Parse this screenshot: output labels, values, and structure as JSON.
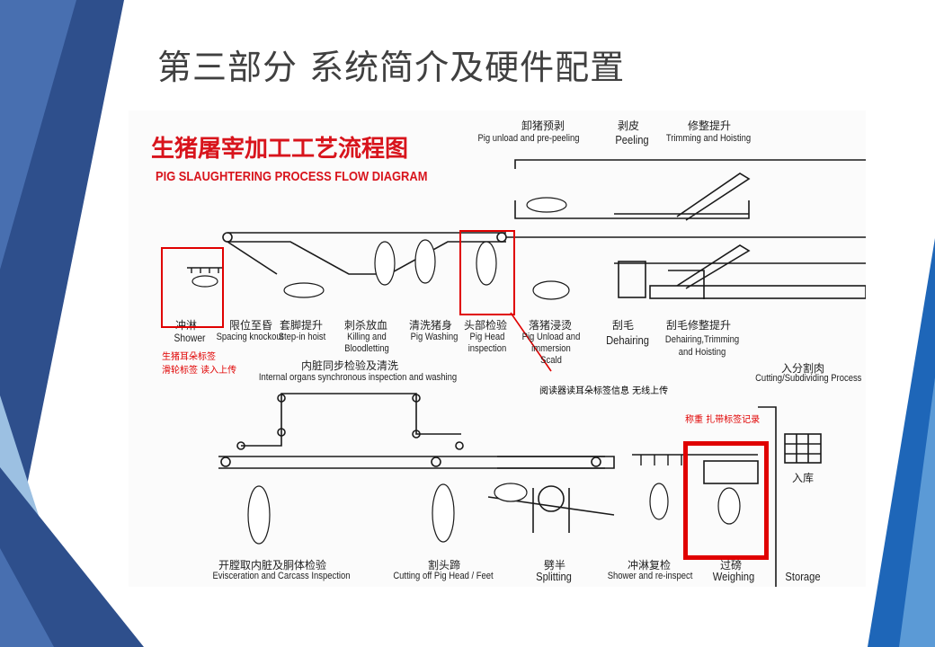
{
  "slide": {
    "title": "第三部分 系统简介及硬件配置"
  },
  "diagram": {
    "title_zh": "生猪屠宰加工工艺流程图",
    "title_en": "PIG SLAUGHTERING PROCESS FLOW DIAGRAM",
    "stations": [
      {
        "zh": "卸猪预剥",
        "en": "Pig unload and pre-peeling"
      },
      {
        "zh": "剥皮",
        "en": "Peeling"
      },
      {
        "zh": "修整提升",
        "en": "Trimming and Hoisting"
      },
      {
        "zh": "冲淋",
        "en": "Shower"
      },
      {
        "zh": "限位至昏",
        "en": "Spacing knockout"
      },
      {
        "zh": "套脚提升",
        "en": "Step-in hoist"
      },
      {
        "zh": "刺杀放血",
        "en": "Killing and Bloodletting"
      },
      {
        "zh": "清洗猪身",
        "en": "Pig Washing"
      },
      {
        "zh": "头部检验",
        "en": "Pig Head inspection"
      },
      {
        "zh": "落猪浸烫",
        "en": "Pig Unload and immersion Scald"
      },
      {
        "zh": "刮毛",
        "en": "Dehairing"
      },
      {
        "zh": "刮毛修整提升",
        "en": "Dehairing,Trimming and Hoisting"
      },
      {
        "zh": "内脏同步检验及清洗",
        "en": "Internal organs synchronous inspection and washing"
      },
      {
        "zh": "入分割肉",
        "en": "Cutting/Subdividing Process"
      },
      {
        "zh": "入库",
        "en": "Storage"
      },
      {
        "zh": "开膛取内脏及胴体检验",
        "en": "Evisceration and Carcass Inspection"
      },
      {
        "zh": "割头蹄",
        "en": "Cutting off Pig Head / Feet"
      },
      {
        "zh": "劈半",
        "en": "Splitting"
      },
      {
        "zh": "冲淋复检",
        "en": "Shower and re-inspect"
      },
      {
        "zh": "过磅",
        "en": "Weighing"
      }
    ]
  },
  "annotations": {
    "ear_tag_line1": "生猪耳朵标签",
    "ear_tag_line2": "滑轮标签 读入上传",
    "reader_note": "阅读器读耳朵标签信息 无线上传",
    "weigh_note": "称重   扎带标签记录"
  },
  "colors": {
    "highlight": "#e00000",
    "title_red": "#d8141c",
    "deco_dark": "#2e4f8c",
    "deco_light": "#7eabd6"
  }
}
